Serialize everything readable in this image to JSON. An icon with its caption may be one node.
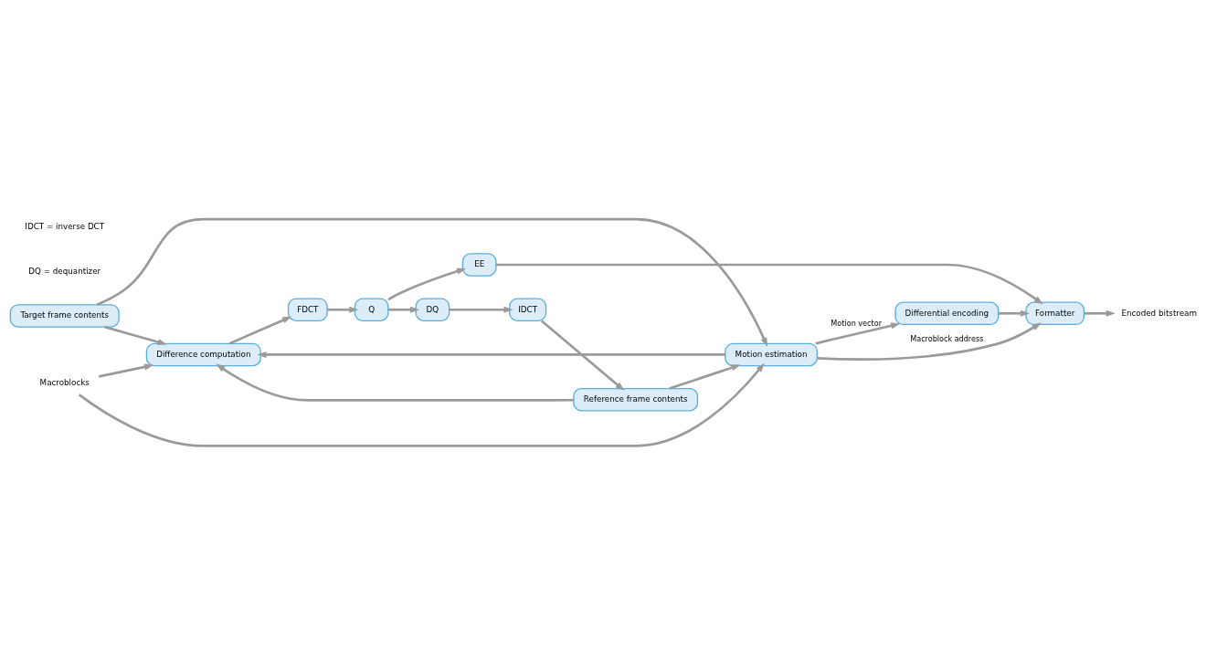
{
  "diagram": {
    "nodes": [
      {
        "text": [
          "Target frame contents"
        ]
      },
      {
        "text": [
          "Macroblocks"
        ]
      },
      {
        "text": [
          "Difference computation"
        ]
      },
      {
        "text": [
          "FDCT"
        ]
      },
      {
        "text": [
          "Q"
        ]
      },
      {
        "text": [
          "EE"
        ]
      },
      {
        "text": [
          "Formatter"
        ]
      },
      {
        "text": [
          "Encoded bitstream"
        ]
      },
      {
        "text": [
          "DQ"
        ]
      },
      {
        "text": [
          "IDCT"
        ]
      },
      {
        "text": [
          "Motion estimation"
        ]
      },
      {
        "text": [
          "Reference frame contents"
        ]
      },
      {
        "text": [
          "Differential encoding"
        ]
      }
    ],
    "edges": [
      {
        "from": 0,
        "to": 2,
        "arrow": "to"
      },
      {
        "from": 1,
        "to": 2,
        "arrow": "to"
      },
      {
        "from": 0,
        "to": 10,
        "arrow": "to"
      },
      {
        "from": 1,
        "to": 10,
        "arrow": "to"
      },
      {
        "from": 2,
        "to": 3,
        "arrow": "to"
      },
      {
        "from": 3,
        "to": 4,
        "arrow": "to"
      },
      {
        "from": 4,
        "to": 5,
        "arrow": "to"
      },
      {
        "from": 4,
        "to": 8,
        "arrow": "to"
      },
      {
        "from": 5,
        "to": 6,
        "arrow": "to"
      },
      {
        "from": 6,
        "to": 7,
        "arrow": "to"
      },
      {
        "from": 8,
        "to": 9,
        "arrow": "to"
      },
      {
        "from": 9,
        "to": 11,
        "arrow": "to"
      },
      {
        "from": 11,
        "to": 10,
        "arrow": "to"
      },
      {
        "from": 10,
        "to": 2,
        "arrow": "to"
      },
      {
        "from": 11,
        "to": 2,
        "arrow": "to"
      },
      {
        "from": 10,
        "to": 6,
        "arrow": "to",
        "label": "Macroblock address"
      },
      {
        "from": 10,
        "to": 12,
        "arrow": "to",
        "label": "Motion vector"
      },
      {
        "from": 12,
        "to": 6,
        "arrow": "to"
      }
    ],
    "labels": [
      "DQ = dequantizer",
      "IDCT = inverse DCT"
    ]
  }
}
